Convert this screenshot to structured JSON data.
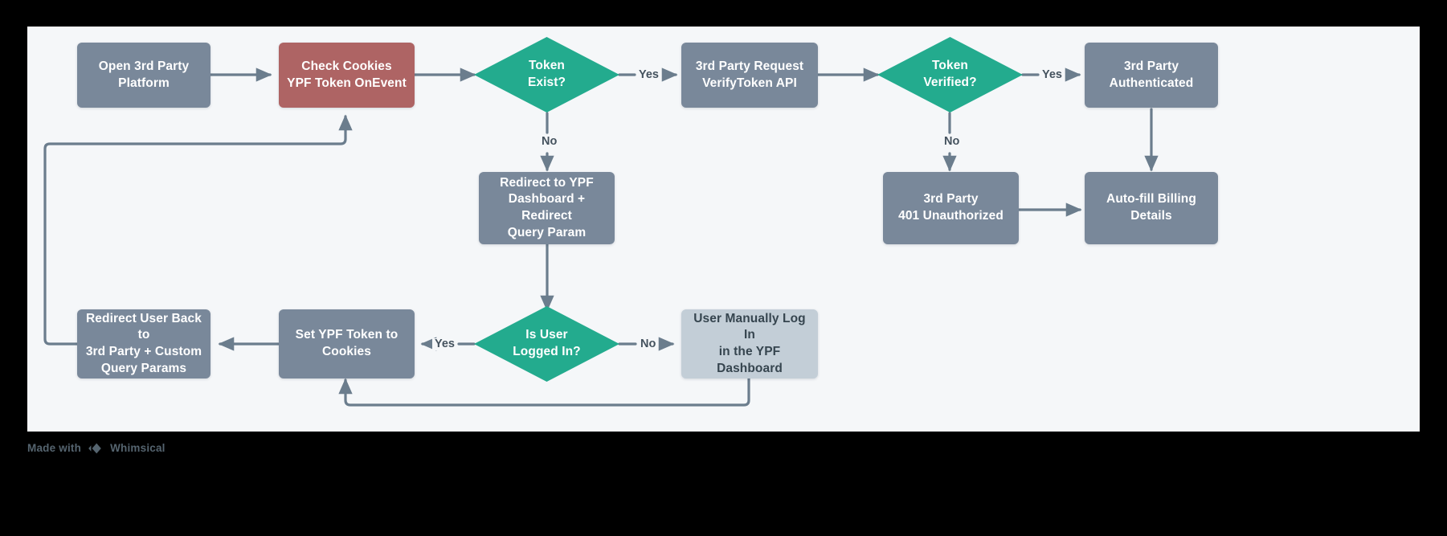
{
  "diagram": {
    "title": "YPF Token Authentication Flow",
    "background_color": "#000000",
    "canvas_color": "#f5f7f9",
    "colors": {
      "slate": "#79889a",
      "red": "#ae6464",
      "teal": "#23ab8e",
      "light": "#c3ced7",
      "edge": "#6b7d8d",
      "label_text": "#44525e"
    }
  },
  "nodes": {
    "open_3rd_party": {
      "label": "Open 3rd Party\nPlatform",
      "style": "slate",
      "shape": "rect"
    },
    "check_cookies": {
      "label": "Check Cookies\nYPF Token OnEvent",
      "style": "red",
      "shape": "rect"
    },
    "token_exist": {
      "label": "Token\nExist?",
      "style": "teal",
      "shape": "diamond"
    },
    "verify_token_api": {
      "label": "3rd Party Request\nVerifyToken API",
      "style": "slate",
      "shape": "rect"
    },
    "token_verified": {
      "label": "Token\nVerified?",
      "style": "teal",
      "shape": "diamond"
    },
    "third_party_authenticated": {
      "label": "3rd Party\nAuthenticated",
      "style": "slate",
      "shape": "rect"
    },
    "redirect_to_ypf": {
      "label": "Redirect to YPF\nDashboard + Redirect\nQuery Param",
      "style": "slate",
      "shape": "rect"
    },
    "unauthorized_401": {
      "label": "3rd Party\n401 Unauthorized",
      "style": "slate",
      "shape": "rect"
    },
    "autofill_billing": {
      "label": "Auto-fill Billing\nDetails",
      "style": "slate",
      "shape": "rect"
    },
    "redirect_user_back": {
      "label": "Redirect User Back to\n3rd Party + Custom\nQuery Params",
      "style": "slate",
      "shape": "rect"
    },
    "set_ypf_token": {
      "label": "Set YPF Token to\nCookies",
      "style": "slate",
      "shape": "rect"
    },
    "is_user_logged_in": {
      "label": "Is User\nLogged In?",
      "style": "teal",
      "shape": "diamond"
    },
    "manual_login": {
      "label": "User Manually Log In\nin the YPF Dashboard",
      "style": "light",
      "shape": "rect"
    }
  },
  "edge_labels": {
    "token_exist_yes": "Yes",
    "token_exist_no": "No",
    "token_verified_yes": "Yes",
    "token_verified_no": "No",
    "logged_in_yes": "Yes",
    "logged_in_no": "No"
  },
  "footer": {
    "made_with": "Made with",
    "brand": "Whimsical",
    "logo_icon": "whimsical-diamond-icon"
  }
}
